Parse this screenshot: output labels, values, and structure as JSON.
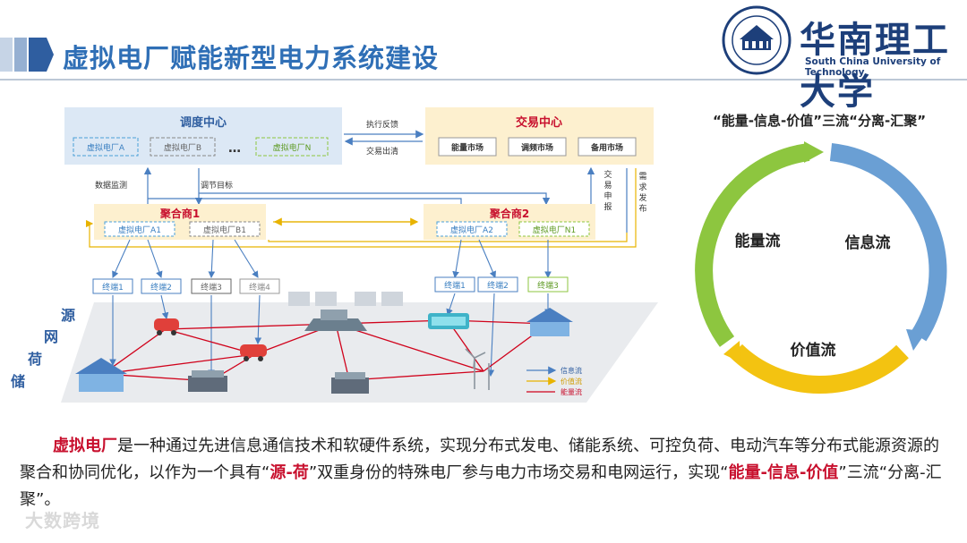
{
  "header": {
    "title": "虚拟电厂赋能新型电力系统建设",
    "university_cn": "华南理工大学",
    "university_en": "South China University of Technology"
  },
  "diagram": {
    "dispatch_center": {
      "title": "调度中心",
      "vpps": [
        "虚拟电厂A",
        "虚拟电厂B",
        "…",
        "虚拟电厂N"
      ]
    },
    "trading_center": {
      "title": "交易中心",
      "markets": [
        "能量市场",
        "调频市场",
        "备用市场"
      ]
    },
    "link_labels": {
      "exec_feedback": "执行反馈",
      "trade_clear": "交易出清",
      "data_monitor": "数据监测",
      "regulate_target": "调节目标",
      "trade_report": "交易申报",
      "demand_publish": "需求发布"
    },
    "aggregator1": {
      "title": "聚合商1",
      "vpps": [
        "虚拟电厂A1",
        "虚拟电厂B1"
      ]
    },
    "aggregator2": {
      "title": "聚合商2",
      "vpps": [
        "虚拟电厂A2",
        "虚拟电厂N1"
      ]
    },
    "terminals_left": [
      "终端1",
      "终端2",
      "终端3",
      "终端4"
    ],
    "terminals_right": [
      "终端1",
      "终端2",
      "终端3"
    ],
    "side_labels": [
      "源",
      "网",
      "荷",
      "储"
    ],
    "legend": [
      {
        "label": "信息流",
        "color": "#4a7fc1"
      },
      {
        "label": "价值流",
        "color": "#e8b300"
      },
      {
        "label": "能量流",
        "color": "#d0021b"
      }
    ]
  },
  "cycle": {
    "title": "“能量-信息-价值”三流“分离-汇聚”",
    "flows": [
      {
        "label": "能量流",
        "color": "#8dc63f"
      },
      {
        "label": "信息流",
        "color": "#6a9fd4"
      },
      {
        "label": "价值流",
        "color": "#f3c311"
      }
    ]
  },
  "paragraph": {
    "p1_hl": "虚拟电厂",
    "p1": "是一种通过先进信息通信技术和软硬件系统，实现分布式发电、储能系统、可控负荷、电动汽车等分布式能源资源的聚合和协同优化，以作为一个具有“",
    "p2_hl": "源-荷",
    "p2": "”双重身份的特殊电厂参与电力市场交易和电网运行，实现“",
    "p3_hl": "能量-信息-价值",
    "p3": "”三流“分离-汇聚”。"
  },
  "watermark": "大数跨境"
}
